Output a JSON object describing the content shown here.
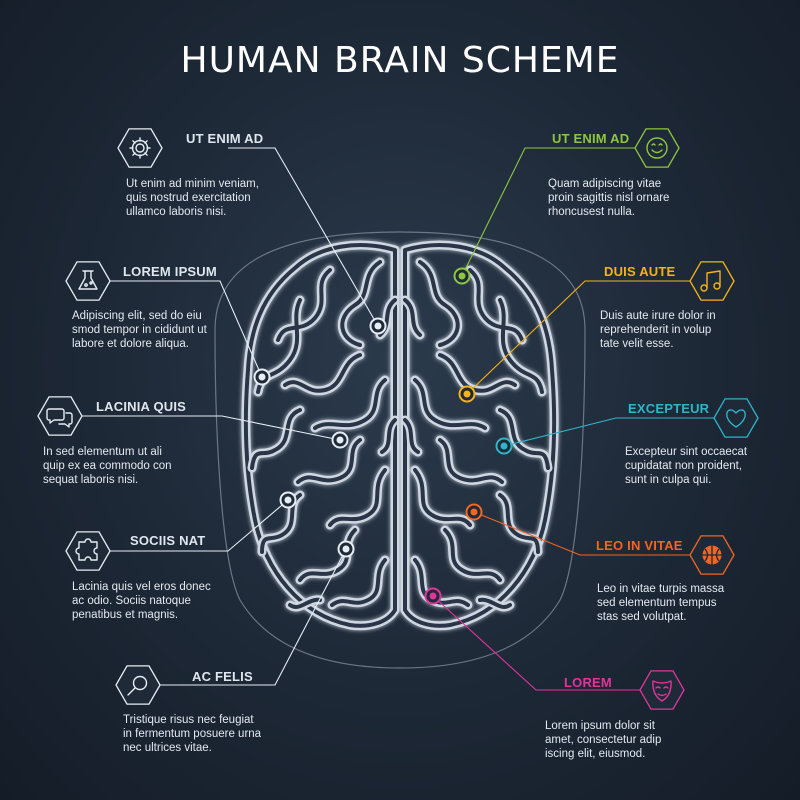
{
  "title": "HUMAN BRAIN SCHEME",
  "colors": {
    "left": "#e6edf4",
    "green": "#8dc63f",
    "yellow": "#f5b21a",
    "cyan": "#2fb4c8",
    "orange": "#f26522",
    "magenta": "#e0349b"
  },
  "left": [
    {
      "label": "UT ENIM AD",
      "icon": "gear-icon",
      "lines": [
        "Ut enim ad minim veniam,",
        "quis nostrud exercitation",
        "ullamco laboris nisi."
      ]
    },
    {
      "label": "LOREM IPSUM",
      "icon": "flask-icon",
      "lines": [
        "Adipiscing elit, sed do eiu",
        "smod tempor in cididunt ut",
        "labore et dolore aliqua."
      ]
    },
    {
      "label": "LACINIA QUIS",
      "icon": "chat-bubbles-icon",
      "lines": [
        "In sed elementum ut ali",
        "quip ex ea commodo con",
        "sequat laboris nisi."
      ]
    },
    {
      "label": "SOCIIS NAT",
      "icon": "puzzle-icon",
      "lines": [
        "Lacinia quis vel eros donec",
        "ac odio. Sociis natoque",
        "penatibus et magnis."
      ]
    },
    {
      "label": "AC FELIS",
      "icon": "magnifier-icon",
      "lines": [
        "Tristique risus nec feugiat",
        "in fermentum posuere urna",
        "nec ultrices vitae."
      ]
    }
  ],
  "right": [
    {
      "label": "UT ENIM AD",
      "icon": "smile-icon",
      "color": "#8dc63f",
      "lines": [
        "Quam adipiscing vitae",
        "proin sagittis nisl ornare",
        "rhoncusest nulla."
      ]
    },
    {
      "label": "DUIS AUTE",
      "icon": "music-note-icon",
      "color": "#f5b21a",
      "lines": [
        "Duis aute irure dolor in",
        "reprehenderit in volup",
        "tate velit esse."
      ]
    },
    {
      "label": "EXCEPTEUR",
      "icon": "heart-icon",
      "color": "#2fb4c8",
      "lines": [
        "Excepteur sint occaecat",
        "cupidatat non proident,",
        "sunt in culpa qui."
      ]
    },
    {
      "label": "LEO IN VITAE",
      "icon": "basketball-icon",
      "color": "#f26522",
      "lines": [
        "Leo in vitae turpis massa",
        "sed elementum tempus",
        "stas sed volutpat."
      ]
    },
    {
      "label": "LOREM",
      "icon": "theater-mask-icon",
      "color": "#e0349b",
      "lines": [
        "Lorem ipsum dolor sit",
        "amet, consectetur adip",
        "iscing elit, eiusmod."
      ]
    }
  ]
}
